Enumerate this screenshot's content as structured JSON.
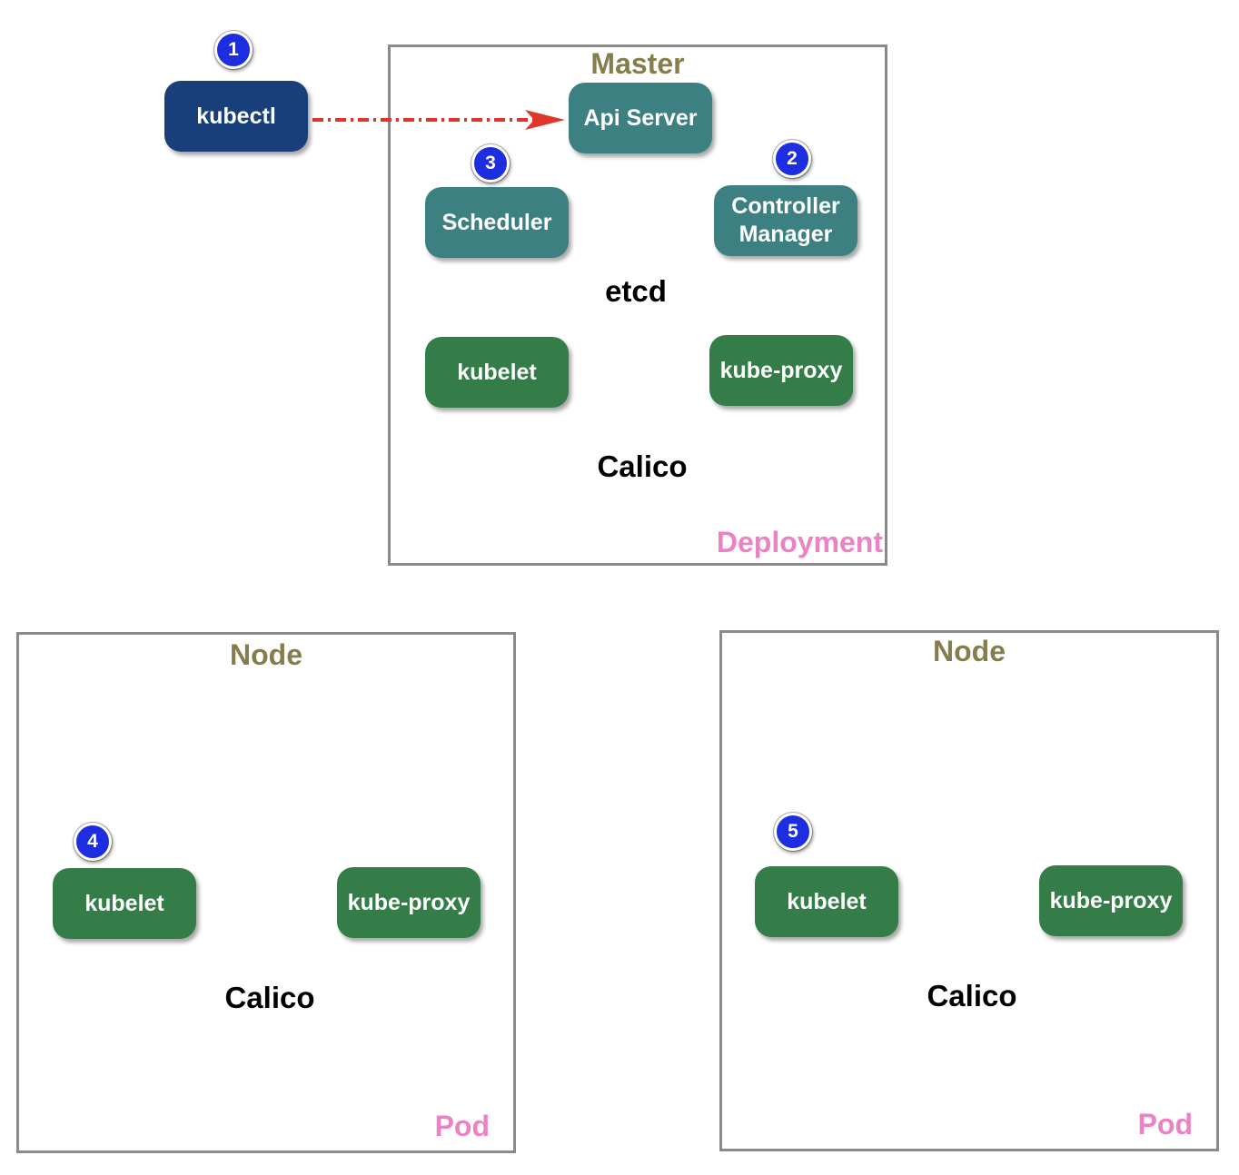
{
  "badges": [
    "1",
    "2",
    "3",
    "4",
    "5"
  ],
  "kubectl": {
    "label": "kubectl"
  },
  "master": {
    "title": "Master",
    "corner_label": "Deployment",
    "api_server": "Api Server",
    "scheduler": "Scheduler",
    "controller_manager": "Controller\nManager",
    "etcd": "etcd",
    "kubelet": "kubelet",
    "kube_proxy": "kube-proxy",
    "calico": "Calico"
  },
  "nodes": [
    {
      "title": "Node",
      "corner_label": "Pod",
      "kubelet": "kubelet",
      "kube_proxy": "kube-proxy",
      "calico": "Calico"
    },
    {
      "title": "Node",
      "corner_label": "Pod",
      "kubelet": "kubelet",
      "kube_proxy": "kube-proxy",
      "calico": "Calico"
    }
  ],
  "colors": {
    "kubectl": "#183f7a",
    "control_plane": "#3c8081",
    "node_component": "#357d48",
    "frame_title": "#857e4c",
    "corner_label": "#ec82c4",
    "badge": "#1d2ee0",
    "arrow": "#e0352a"
  }
}
